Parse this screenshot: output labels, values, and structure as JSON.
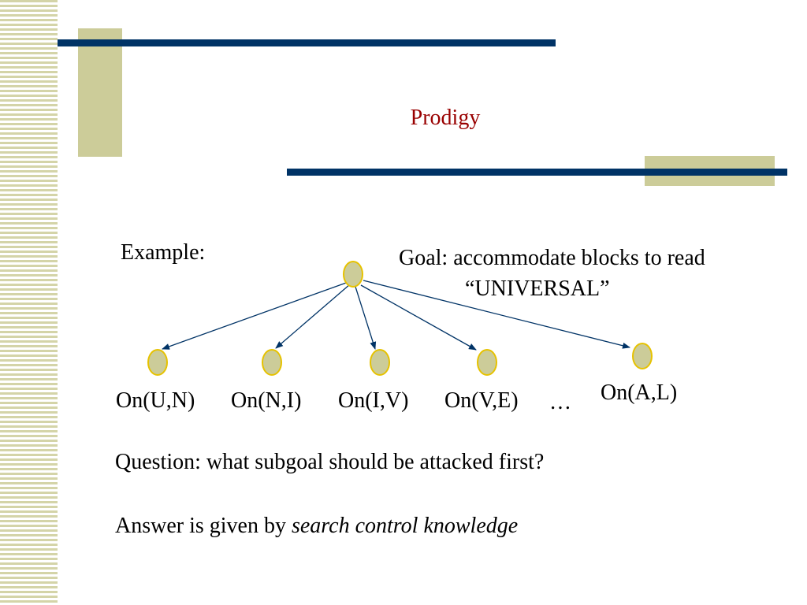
{
  "slide": {
    "title": "Prodigy",
    "example_label": "Example:",
    "goal_line1": "Goal: accommodate blocks to read",
    "goal_line2": "“UNIVERSAL”",
    "question": "Question: what subgoal should be attacked first?",
    "answer_prefix": "Answer is given by ",
    "answer_emphasis": "search control knowledge"
  },
  "tree": {
    "children": [
      {
        "label": "On(U,N)"
      },
      {
        "label": "On(N,I)"
      },
      {
        "label": "On(I,V)"
      },
      {
        "label": "On(V,E)"
      },
      {
        "label": "On(A,L)"
      }
    ],
    "ellipsis": "…"
  },
  "colors": {
    "title": "#990000",
    "bar": "#003366",
    "accent_block": "#cccc99",
    "node_fill": "#cccc99",
    "node_stroke": "#e6c200",
    "arrow": "#003366"
  }
}
